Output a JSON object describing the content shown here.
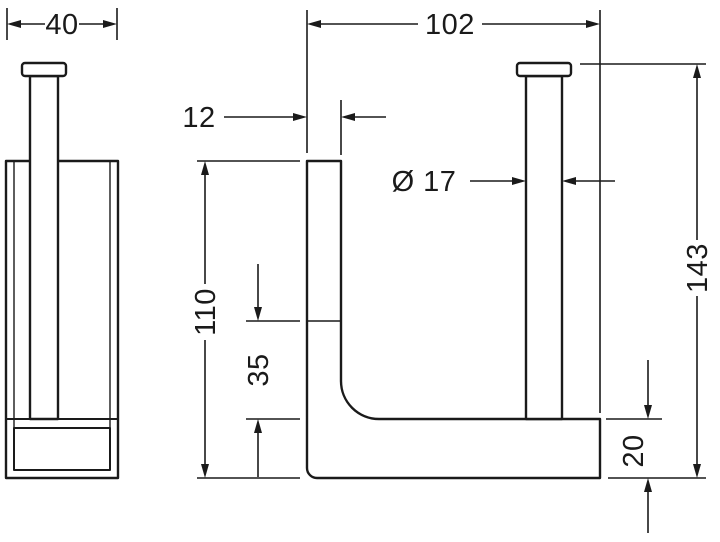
{
  "page": {
    "background_color": "#ffffff",
    "line_color": "#1a1a1a"
  },
  "drawing": {
    "type": "technical-dimension-drawing",
    "dimensions": {
      "depth": "40",
      "overall_width": "102",
      "bar_thickness": "12",
      "rod_diameter": "Ø 17",
      "bracket_height": "110",
      "mount_offset": "35",
      "overall_height": "143",
      "base_height": "20"
    }
  }
}
